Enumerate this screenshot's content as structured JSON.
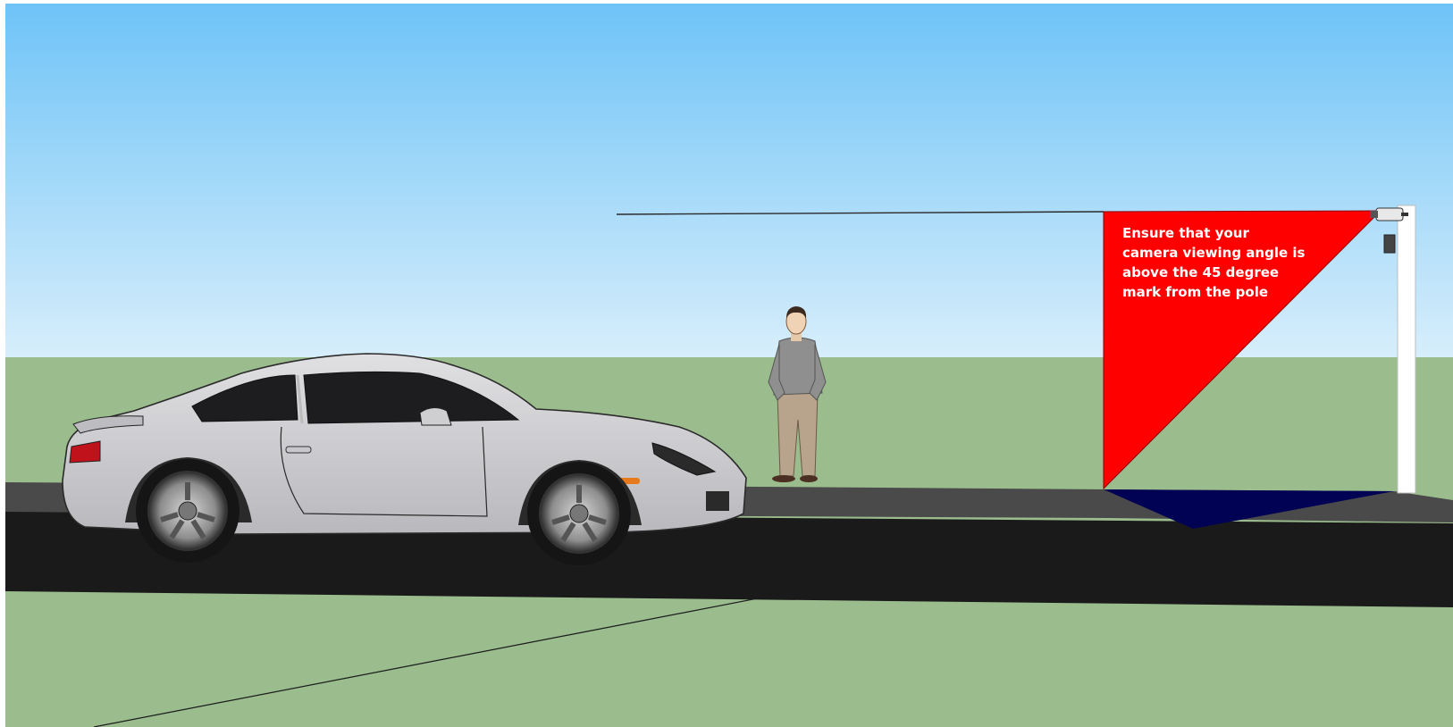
{
  "annotation": {
    "text": "Ensure that your\ncamera viewing angle is\nabove the 45 degree\nmark from the pole"
  },
  "colors": {
    "sky_top": "#6ec3f7",
    "sky_bottom": "#d7eefb",
    "grass": "#9bbd8e",
    "road": "#1b1a1b",
    "sidewalk": "#4a4a4a",
    "angle_triangle": "#ff0000",
    "ground_coverage": "#020254",
    "pole": "#ffffff",
    "car_body": "#cfcfd2"
  },
  "scene": {
    "objects": [
      "car",
      "person",
      "pole",
      "camera",
      "angle-triangle",
      "ground-coverage",
      "sight-line",
      "road",
      "sidewalk"
    ]
  }
}
